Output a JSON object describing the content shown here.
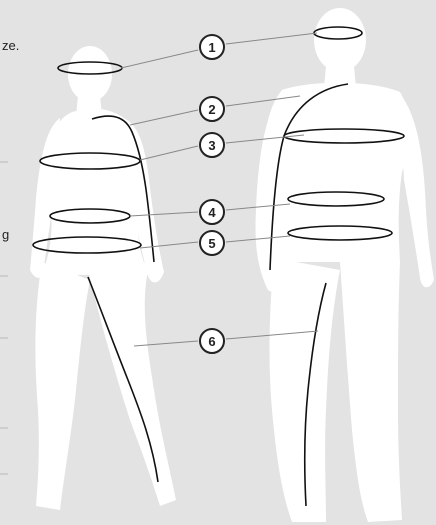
{
  "side_text": {
    "fragment_1": "ze.",
    "fragment_2": "g"
  },
  "colors": {
    "background": "#e3e3e3",
    "silhouette": "#ffffff",
    "measure_line": "#111111",
    "leader_line": "#888888",
    "badge_fill": "#ffffff",
    "badge_stroke": "#222222"
  },
  "markers": [
    {
      "number": "1"
    },
    {
      "number": "2"
    },
    {
      "number": "3"
    },
    {
      "number": "4"
    },
    {
      "number": "5"
    },
    {
      "number": "6"
    }
  ]
}
